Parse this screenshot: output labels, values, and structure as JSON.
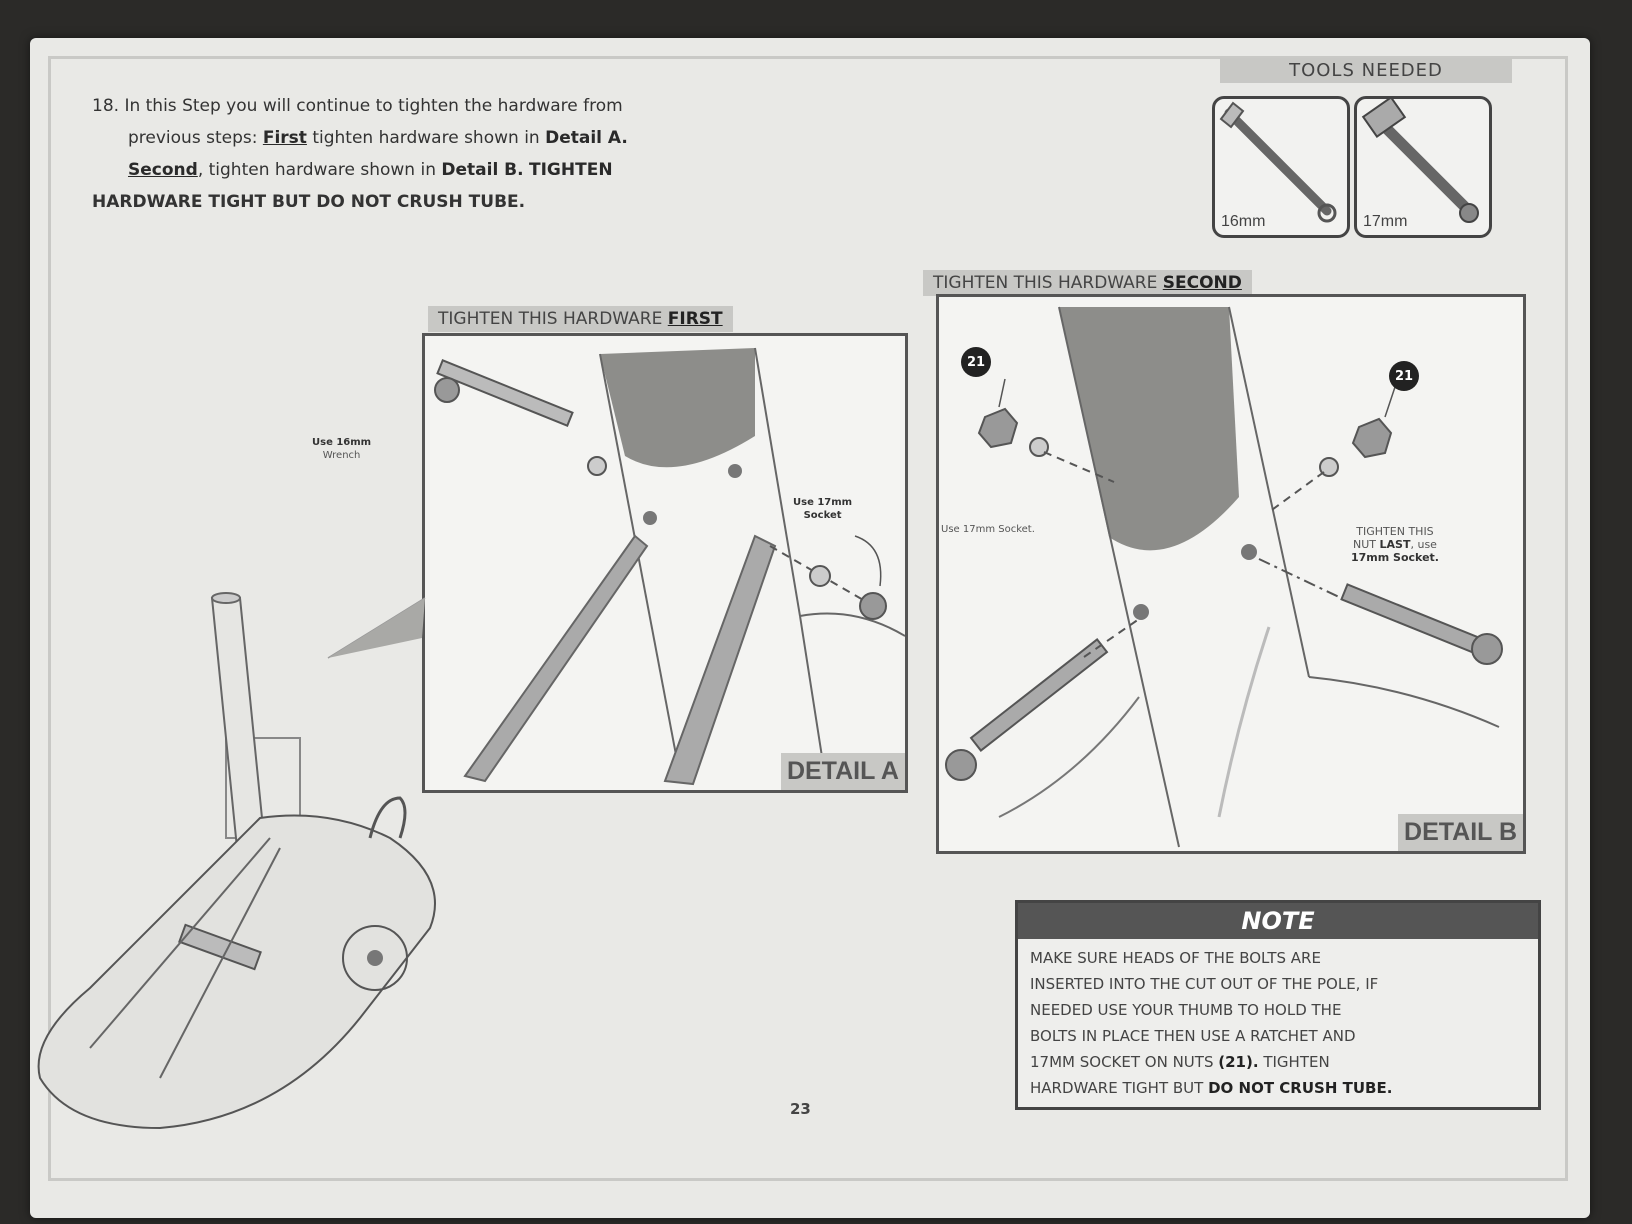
{
  "step": {
    "number": "18.",
    "line1": "In this Step you will continue to tighten the hardware from",
    "line2a": "previous steps:",
    "line2b": "First",
    "line2c": "tighten hardware shown in",
    "line2d": "Detail A.",
    "line3a": "Second",
    "line3b": ", tighten hardware shown in",
    "line3c": "Detail B.",
    "line3d": "TIGHTEN",
    "line4": "HARDWARE TIGHT BUT DO NOT CRUSH TUBE."
  },
  "tools": {
    "header": "TOOLS NEEDED",
    "items": [
      {
        "label": "16mm",
        "icon": "wrench-icon"
      },
      {
        "label": "17mm",
        "icon": "socket-icon"
      }
    ]
  },
  "detail_a": {
    "title_prefix": "TIGHTEN THIS HARDWARE",
    "title_emph": "FIRST",
    "label": "DETAIL A",
    "callout_wrench": [
      "Use 16mm",
      "Wrench"
    ],
    "callout_socket": [
      "Use 17mm",
      "Socket"
    ]
  },
  "detail_b": {
    "title_prefix": "TIGHTEN THIS HARDWARE",
    "title_emph": "SECOND",
    "label": "DETAIL B",
    "badge_left": "21",
    "badge_right": "21",
    "callout_left": "Use 17mm Socket.",
    "callout_right_1": "TIGHTEN THIS",
    "callout_right_2a": "NUT",
    "callout_right_2b": "LAST",
    "callout_right_2c": ", use",
    "callout_right_3": "17mm Socket."
  },
  "note": {
    "header": "NOTE",
    "line1": "Make sure heads of the bolts are",
    "line2": "inserted into the cut out of the pole, if",
    "line3": "needed use your thumb to hold the",
    "line4": "bolts in place then use a ratchet and",
    "line5a": "17mm socket on nuts",
    "line5b": "(21).",
    "line5c": "Tighten",
    "line6a": "hardware tight but",
    "line6b": "do not crush tube."
  },
  "page_number": "23"
}
